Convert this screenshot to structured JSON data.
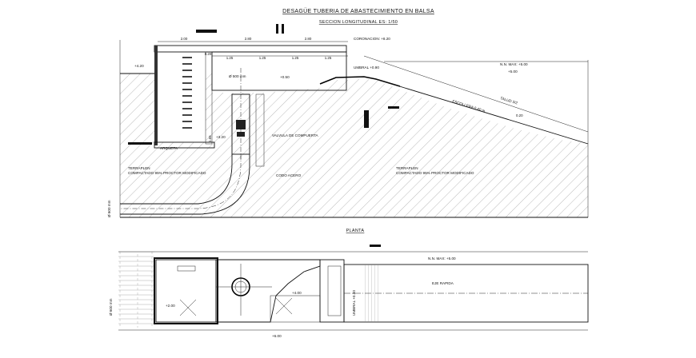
{
  "titles": {
    "main": "DESAGÜE TUBERIA DE ABASTECIMIENTO EN BALSA",
    "section": "SECCION LONGITUDINAL ES: 1/50",
    "plan": "PLANTA"
  },
  "section_labels": {
    "coronacion": "CORONACION: +8.20",
    "nn_max": "N.N. MAX: +5.00",
    "umbral": "UMBRAL +0.90",
    "level_420": "+4.20",
    "level_500": "+5.00",
    "level_050": "+0.50",
    "level_320": "+3.20",
    "diameter": "Ø 500 mm",
    "diameter_left": "Ø 600 mm",
    "valvula": "VALVULA DE COMPUERTA",
    "codo": "CODO ACERO",
    "arqueta": "ARQUETA",
    "terraplen_left_1": "TERRAPLEN",
    "terraplen_left_2": "COMPACTADO 95% PROCTOR MODIFICADO",
    "terraplen_right_1": "TERRAPLEN",
    "terraplen_right_2": "COMPACTADO 95% PROCTOR MODIFICADO",
    "slope_1": "ESCOLLERA 0.40 m",
    "slope_2": "TALUD 3/2",
    "depth_1": "1.65",
    "depth_2": "0.20"
  },
  "dimensions_top": [
    "2.00",
    "2.80",
    "2.80"
  ],
  "dimensions_second": [
    "1.25",
    "1.25",
    "1.25",
    "1.25"
  ],
  "dimension_side": "0.20",
  "plan_labels": {
    "nn_max": "N.N. MAX: +5.00",
    "eje": "EJE RAPIDA",
    "umbral": "UMBRAL +0.90",
    "room": "+2.00",
    "level_600": "+6.00",
    "level_400": "+4.00",
    "diameter": "Ø 600 mm"
  }
}
